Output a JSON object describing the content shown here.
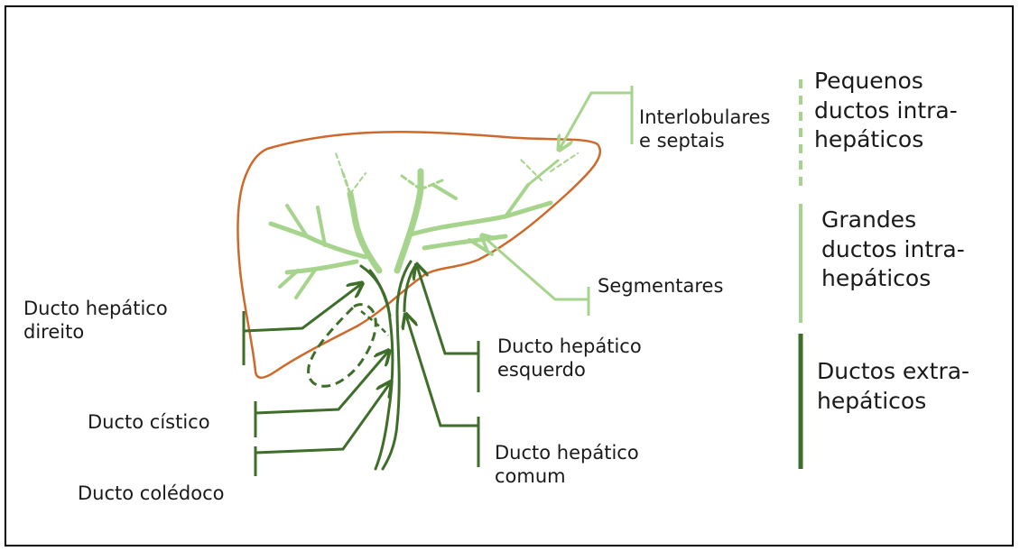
{
  "colors": {
    "liver_outline": "#cd6a2b",
    "light_green": "#a6d48c",
    "dark_green": "#3e6e2a",
    "text": "#1a1a1a",
    "border": "#000000"
  },
  "labels": {
    "interlobulares": [
      "Interlobulares",
      "e septais"
    ],
    "segmentares": [
      "Segmentares"
    ],
    "ducto_hepatico_direito": [
      "Ducto hepático",
      "direito"
    ],
    "ducto_cistico": [
      "Ducto cístico"
    ],
    "ducto_coledoco": [
      "Ducto colédoco"
    ],
    "ducto_hepatico_esquerdo": [
      "Ducto hepático",
      "esquerdo"
    ],
    "ducto_hepatico_comum": [
      "Ducto hepático",
      "comum"
    ]
  },
  "legend": {
    "pequenos": [
      "Pequenos",
      "ductos intra-",
      "hepáticos"
    ],
    "grandes": [
      "Grandes",
      "ductos intra-",
      "hepáticos"
    ],
    "extra": [
      "Ductos extra-",
      "hepáticos"
    ]
  }
}
